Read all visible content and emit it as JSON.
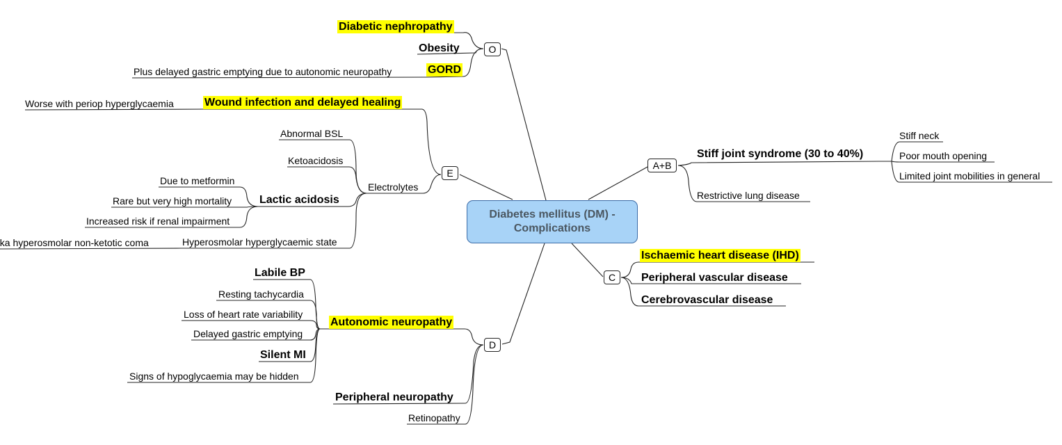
{
  "central_topic": "Diabetes mellitus (DM) -\nComplications",
  "colors": {
    "highlight": "#ffff00",
    "central_fill": "#a8d3f7",
    "central_border": "#3a6aa6",
    "line": "#222222"
  },
  "branches": {
    "o": {
      "label": "O",
      "items": {
        "diabetic_nephropathy": "Diabetic nephropathy",
        "obesity": "Obesity",
        "gord": "GORD",
        "gord_note": "Plus delayed gastric emptying due to autonomic neuropathy"
      }
    },
    "e": {
      "label": "E",
      "items": {
        "wound_infection": "Wound infection and delayed healing",
        "wound_note": "Worse with periop hyperglycaemia",
        "electrolytes": "Electrolytes",
        "abnormal_bsl": "Abnormal BSL",
        "ketoacidosis": "Ketoacidosis",
        "lactic_acidosis": "Lactic acidosis",
        "due_to_metformin": "Due to metformin",
        "rare_high_mortality": "Rare but very high mortality",
        "renal_risk": "Increased risk if renal impairment",
        "hyperosmolar": "Hyperosmolar hyperglycaemic state",
        "hyperosmolar_note": "aka hyperosmolar non-ketotic coma"
      }
    },
    "ab": {
      "label": "A+B",
      "items": {
        "stiff_joint": "Stiff joint syndrome (30 to 40%)",
        "stiff_neck": "Stiff neck",
        "poor_mouth": "Poor mouth opening",
        "limited_joint": "Limited joint mobilities in general",
        "restrictive_lung": "Restrictive lung disease"
      }
    },
    "c": {
      "label": "C",
      "items": {
        "ihd": "Ischaemic heart disease (IHD)",
        "pvd": "Peripheral vascular disease",
        "cvd": "Cerebrovascular disease"
      }
    },
    "d": {
      "label": "D",
      "items": {
        "autonomic": "Autonomic neuropathy",
        "labile_bp": "Labile BP",
        "resting_tachy": "Resting tachycardia",
        "hr_variability": "Loss of heart rate variability",
        "delayed_gastric": "Delayed gastric emptying",
        "silent_mi": "Silent MI",
        "hypo_hidden": "Signs of hypoglycaemia may be hidden",
        "peripheral_neuropathy": "Peripheral neuropathy",
        "retinopathy": "Retinopathy"
      }
    }
  }
}
